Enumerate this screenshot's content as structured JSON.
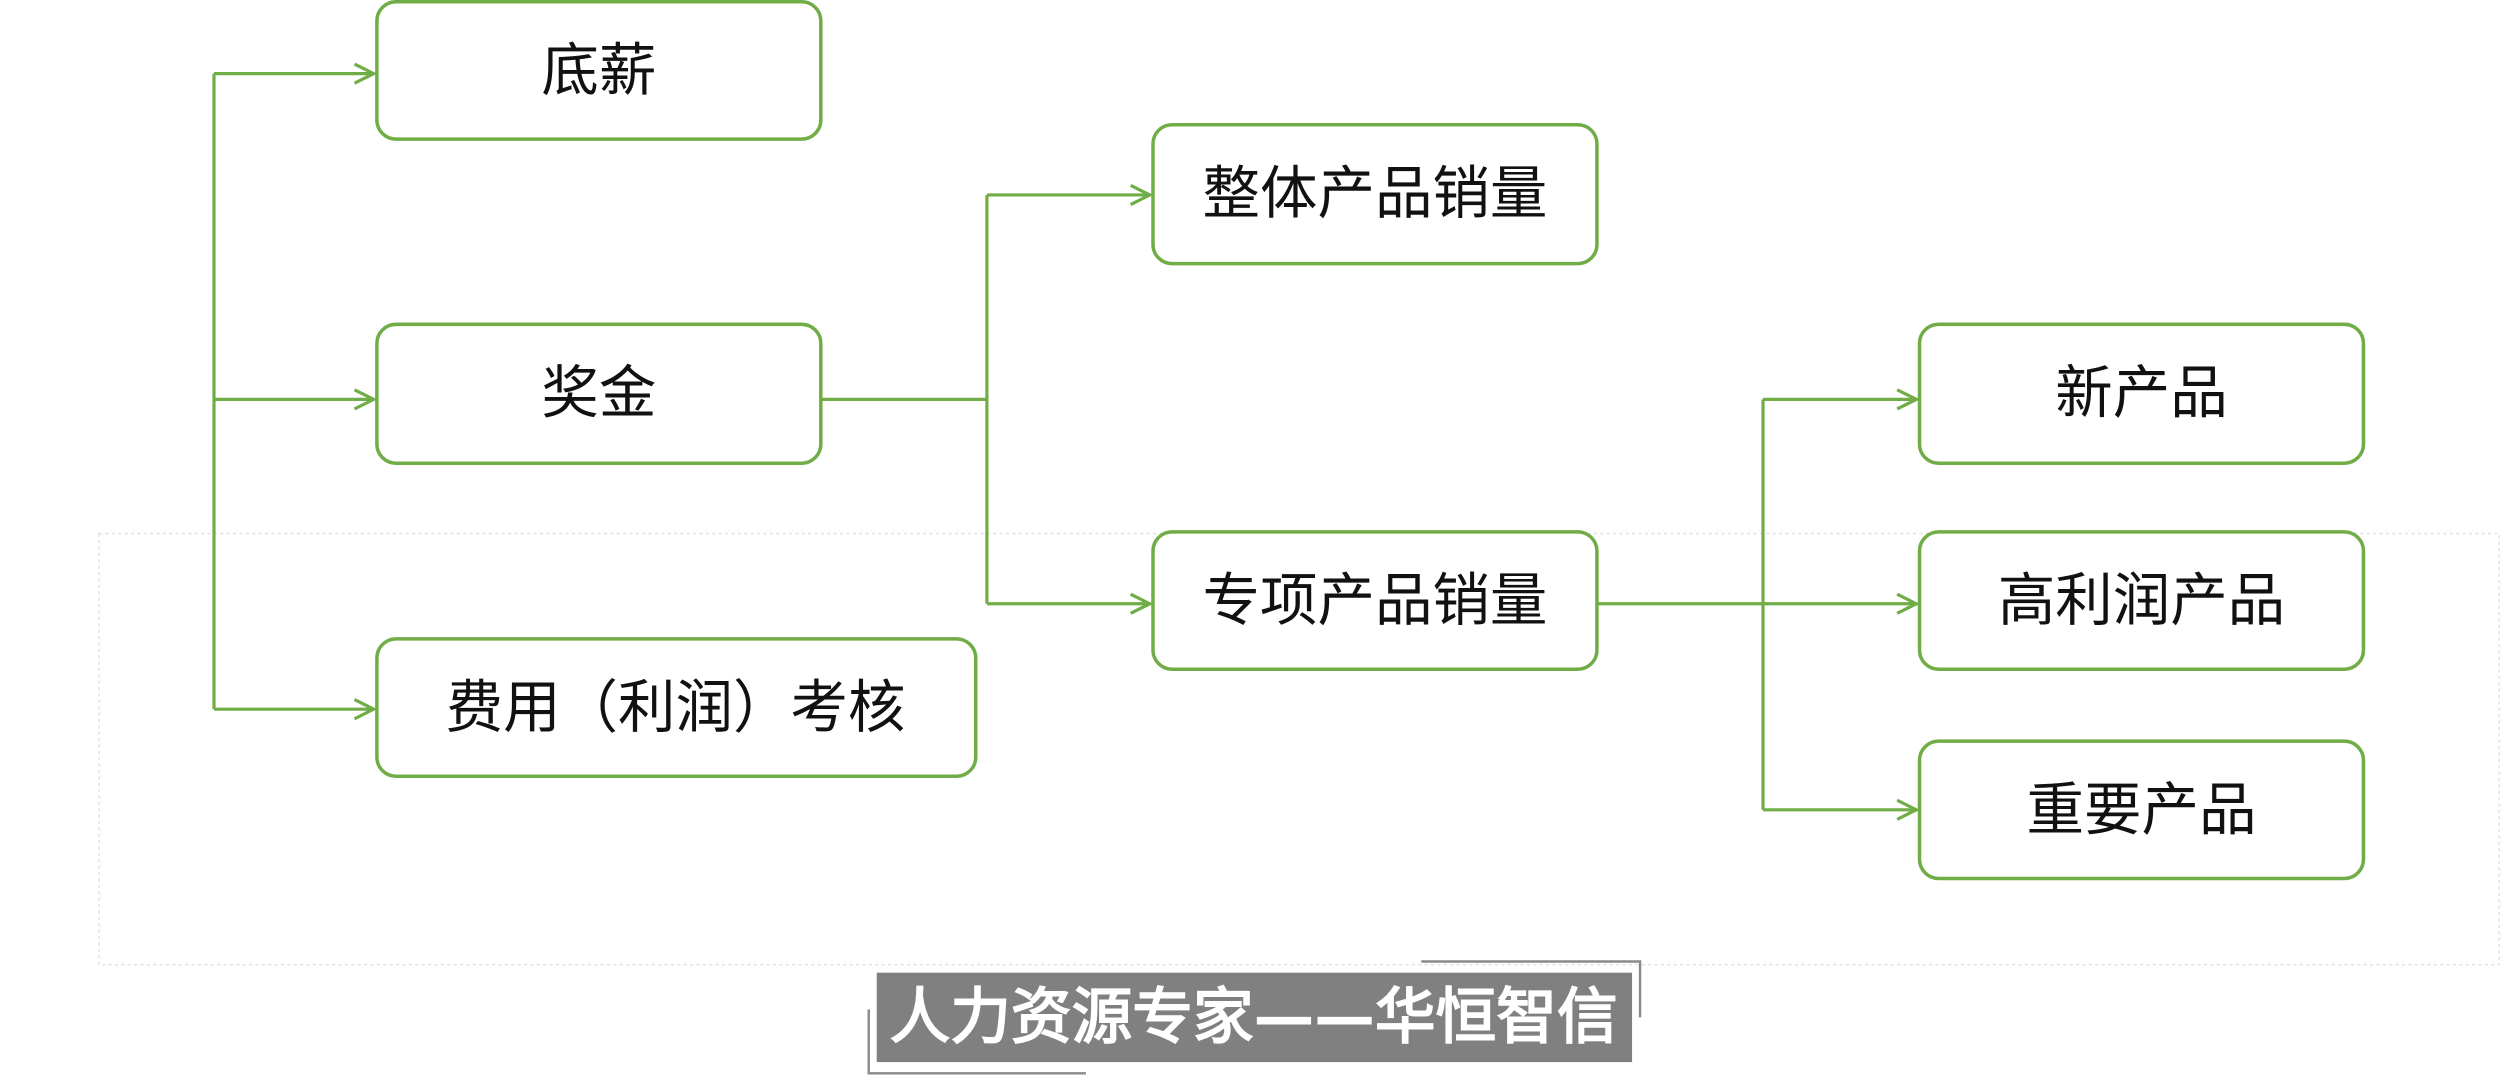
{
  "colors": {
    "accent": "#70AD47",
    "watermark_bg": "#808080"
  },
  "nodes": {
    "base_salary": "底薪",
    "bonus": "奖金",
    "expense": "费用（利润）考核",
    "overall_sales": "整体产品销量",
    "special_sales": "专项产品销量",
    "new_product": "新产品",
    "high_profit": "高利润产品",
    "key_product": "重要产品"
  },
  "watermark": "人力资源专家——华恒智信"
}
